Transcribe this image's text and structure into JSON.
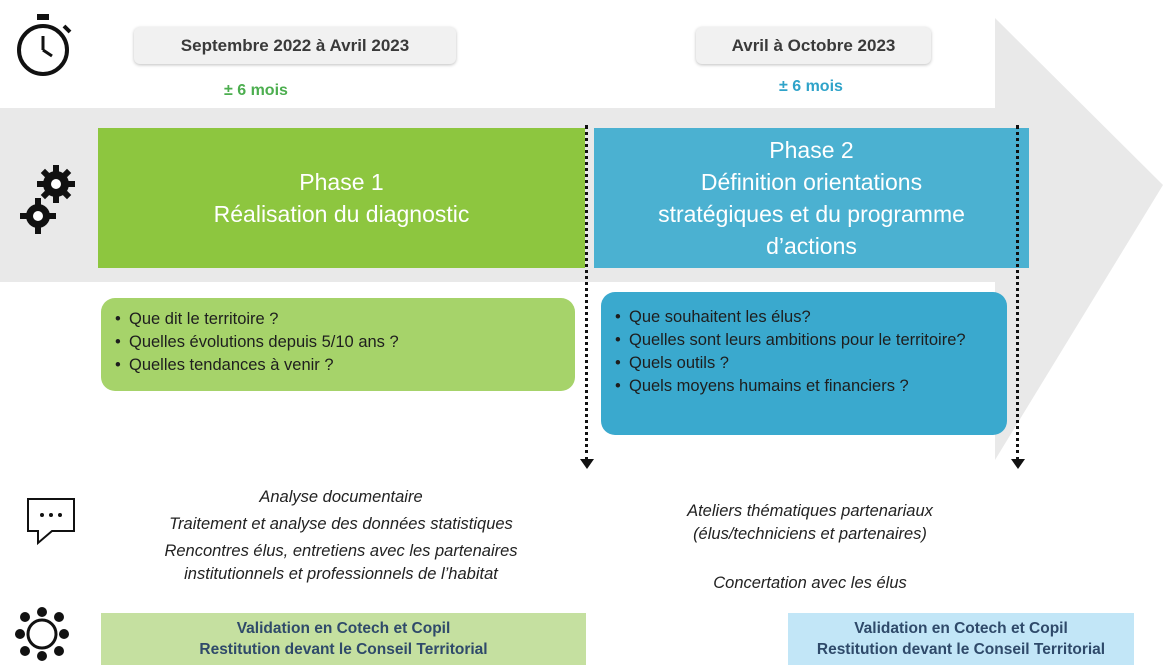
{
  "timeline": {
    "period1": {
      "label": "Septembre 2022 à Avril 2023",
      "duration": "± 6 mois"
    },
    "period2": {
      "label": "Avril à Octobre 2023",
      "duration": "± 6 mois"
    }
  },
  "phases": {
    "phase1": {
      "title": "Phase 1",
      "subtitle": "Réalisation du diagnostic",
      "color": "#8dc63f"
    },
    "phase2": {
      "title": "Phase 2",
      "subtitle_lines": [
        "Définition orientations",
        "stratégiques et du programme",
        "d’actions"
      ],
      "color": "#4bb1d1"
    }
  },
  "questions": {
    "phase1": [
      "Que dit le territoire ?",
      "Quelles évolutions depuis 5/10 ans ?",
      "Quelles tendances à venir ?"
    ],
    "phase2": [
      "Que souhaitent les élus?",
      "Quelles sont leurs ambitions pour le territoire?",
      "Quels outils ?",
      "Quels moyens humains et financiers ?"
    ]
  },
  "methods": {
    "phase1": [
      "Analyse documentaire",
      "Traitement et analyse des données statistiques",
      "Rencontres élus, entretiens avec les partenaires institutionnels et professionnels de l’habitat"
    ],
    "phase2": [
      "Ateliers thématiques partenariaux (élus/techniciens et partenaires)",
      "Concertation avec les élus"
    ]
  },
  "validation": {
    "phase1": {
      "line1": "Validation en Cotech et Copil",
      "line2": "Restitution devant le Conseil Territorial"
    },
    "phase2": {
      "line1": "Validation en Cotech et Copil",
      "line2": "Restitution devant le Conseil Territorial"
    }
  },
  "icons": [
    "stopwatch-icon",
    "gears-icon",
    "chat-bubble-icon",
    "meeting-table-icon"
  ],
  "colors": {
    "green_light": "#a6d36a",
    "blue_light": "#3aa9ce",
    "valid_green": "#c5e0a0",
    "valid_blue": "#c2e6f7",
    "arrow_grey": "#e8e8e8"
  }
}
